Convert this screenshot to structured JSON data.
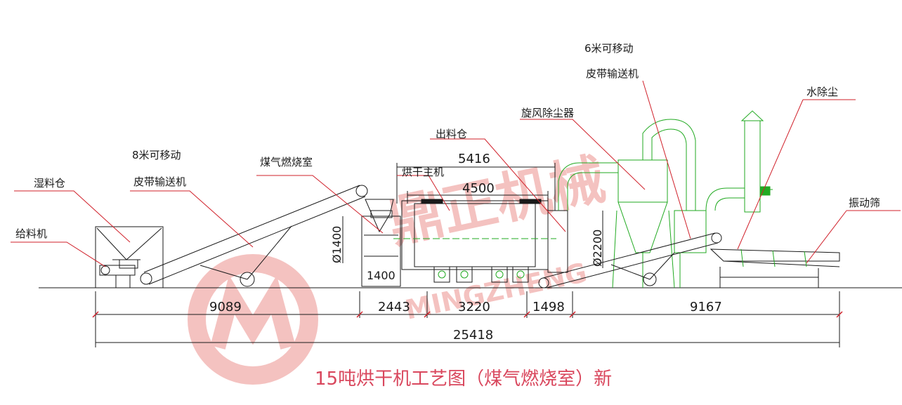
{
  "title": "15吨烘干机工艺图（煤气燃烧室）新",
  "labels": {
    "wet_bin": "湿料仓",
    "feeder": "给料机",
    "conveyor_8m_l1": "8米可移动",
    "conveyor_8m_l2": "皮带输送机",
    "combustion": "煤气燃烧室",
    "outlet_bin": "出料仓",
    "dryer": "烘干主机",
    "cyclone": "旋风除尘器",
    "conveyor_6m_l1": "6米可移动",
    "conveyor_6m_l2": "皮带输送机",
    "water_dust": "水除尘",
    "screen": "振动筛"
  },
  "dimensions": {
    "d5416": "5416",
    "d4500": "4500",
    "phi1400": "Ø1400",
    "d1400": "1400",
    "phi2200": "Ø2200",
    "d9089": "9089",
    "d2443": "2443",
    "d3220": "3220",
    "d1498": "1498",
    "d9167": "9167",
    "d25418": "25418"
  },
  "watermark": {
    "cn": "鼎正机械",
    "en": "MINGZHENG"
  },
  "colors": {
    "line": "#1a1a1a",
    "leader": "#d0202a",
    "green": "#22aa22",
    "title": "#d9475d",
    "watermark": "#f3b7b5"
  }
}
